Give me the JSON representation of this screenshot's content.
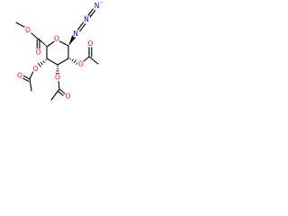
{
  "molecule": {
    "colors": {
      "bond": "#000000",
      "oxygen": "#ff0000",
      "nitrogen": "#0000ff",
      "background": "#ffffff"
    },
    "atoms": {
      "ring_oxygen": "O",
      "ester_carbonyl_o": "O",
      "ester_methoxy_o": "O",
      "azide_n1": "N",
      "azide_n2": "N",
      "azide_n3": "N",
      "azide_n2_charge": "+",
      "azide_n3_charge": "−",
      "acetoxy_c2_o": "O",
      "acetoxy_c2_carbonyl_o": "O",
      "acetoxy_c3_o": "O",
      "acetoxy_c3_carbonyl_o": "O",
      "acetoxy_c4_o": "O",
      "acetoxy_c4_carbonyl_o": "O"
    }
  }
}
